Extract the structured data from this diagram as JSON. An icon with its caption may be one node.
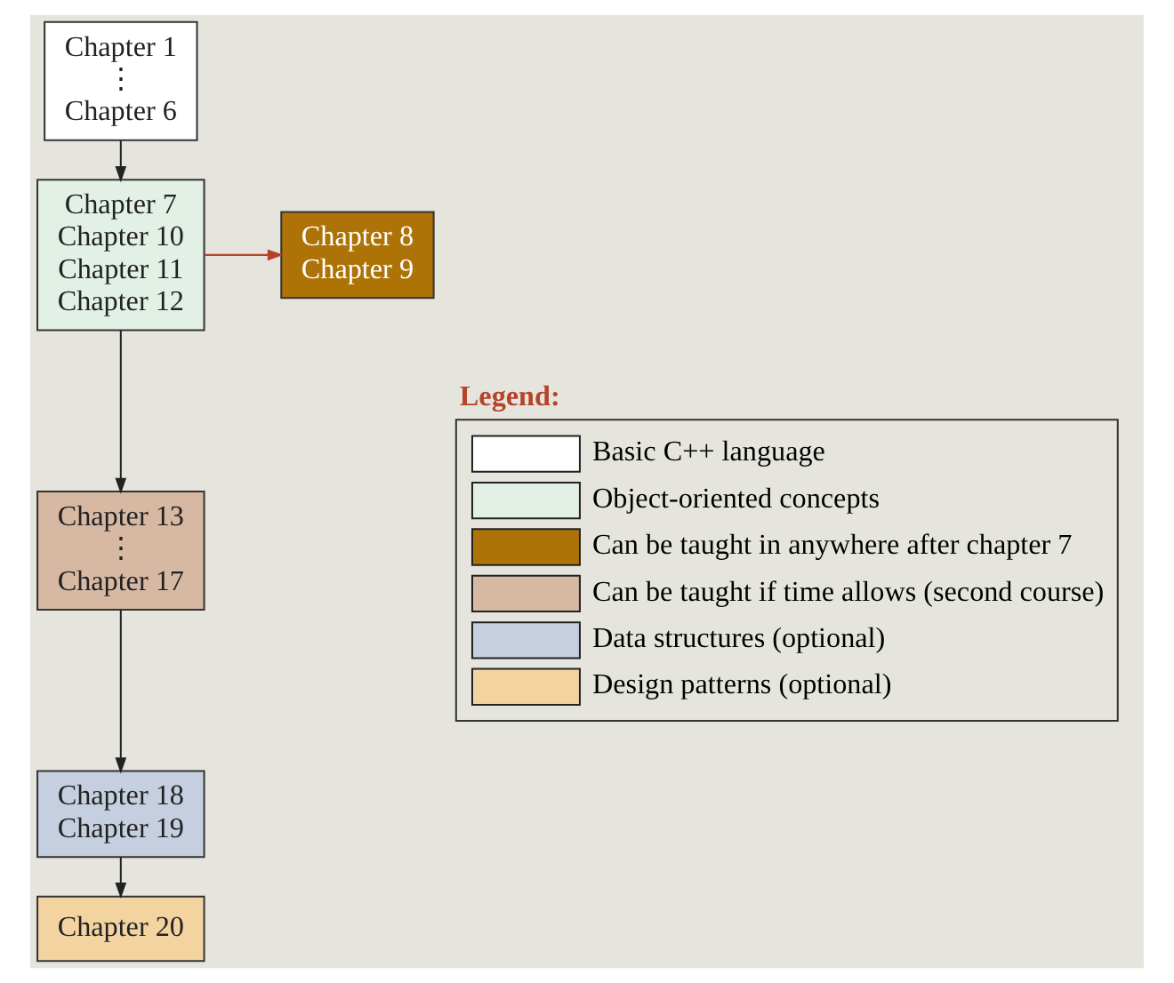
{
  "diagram": {
    "nodes": [
      {
        "text": [
          "Chapter 1",
          "⋮",
          "Chapter 6"
        ]
      },
      {
        "text": [
          "Chapter 7",
          "Chapter 10",
          "Chapter 11",
          "Chapter 12"
        ]
      },
      {
        "text": [
          "Chapter 8",
          "Chapter 9"
        ]
      },
      {
        "text": [
          "Chapter 13",
          "⋮",
          "Chapter 17"
        ]
      },
      {
        "text": [
          "Chapter 18",
          "Chapter 19"
        ]
      },
      {
        "text": [
          "Chapter 20"
        ]
      }
    ],
    "edges": [
      {
        "from": 0,
        "to": 1,
        "arrow": "to"
      },
      {
        "from": 1,
        "to": 2,
        "arrow": "to",
        "color": "#b5432a"
      },
      {
        "from": 1,
        "to": 3,
        "arrow": "to"
      },
      {
        "from": 3,
        "to": 4,
        "arrow": "to"
      },
      {
        "from": 4,
        "to": 5,
        "arrow": "to"
      }
    ],
    "labels": [
      "Legend:"
    ],
    "legend": [
      {
        "text": "Basic C++ language",
        "color": "#ffffff"
      },
      {
        "text": "Object-oriented concepts",
        "color": "#e2f0e6"
      },
      {
        "text": "Can be taught in anywhere after chapter 7",
        "color": "#ae7307"
      },
      {
        "text": "Can be taught if time allows (second course)",
        "color": "#d6b8a3"
      },
      {
        "text": "Data structures (optional)",
        "color": "#c5cfe0"
      },
      {
        "text": "Design patterns (optional)",
        "color": "#f3d3a0"
      }
    ]
  }
}
